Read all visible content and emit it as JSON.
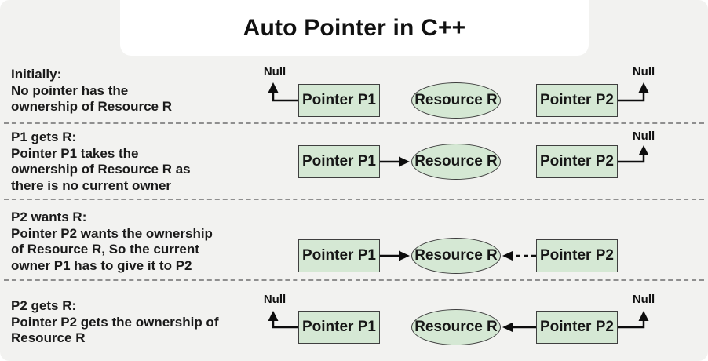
{
  "title": "Auto Pointer in C++",
  "labels": {
    "pointer_p1": "Pointer P1",
    "pointer_p2": "Pointer P2",
    "resource": "Resource R",
    "null_ref": "Null"
  },
  "rows": [
    {
      "name": "initially",
      "text": "Initially:\nNo pointer has the\nownership of Resource R"
    },
    {
      "name": "p1-gets-r",
      "text": "P1 gets R:\nPointer P1 takes the\nownership of Resource R as\nthere is no current owner"
    },
    {
      "name": "p2-wants-r",
      "text": "P2 wants R:\nPointer P2 wants the ownership\nof Resource R, So the current\nowner P1 has to give it to P2"
    },
    {
      "name": "p2-gets-r",
      "text": "P2 gets R:\nPointer P2 gets the ownership of\nResource R"
    }
  ],
  "colors": {
    "background": "#f2f2f0",
    "title_card": "#ffffff",
    "node_fill": "#d5e8d4",
    "node_border": "#3f3f3f",
    "text": "#161616",
    "separator": "#8f8f8f",
    "arrow": "#0d0d0d"
  }
}
